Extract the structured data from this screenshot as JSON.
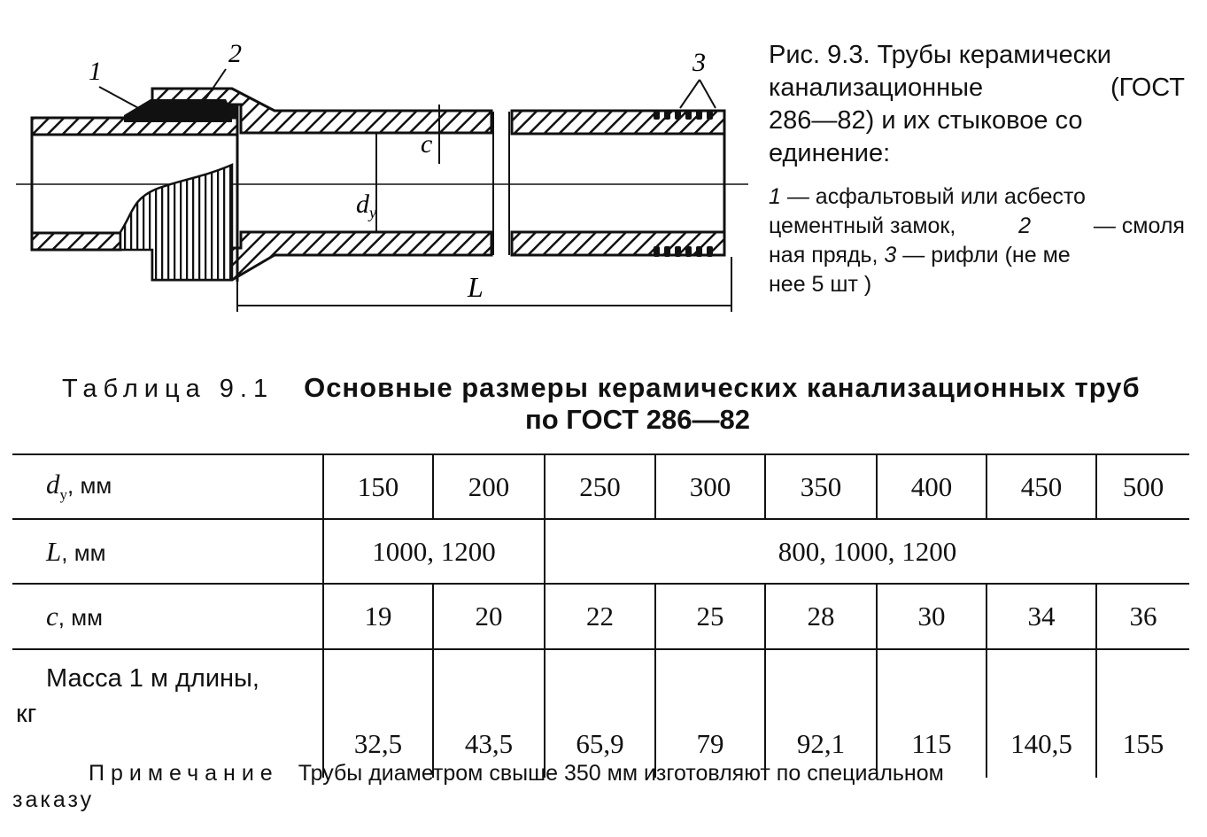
{
  "figure": {
    "labels": {
      "one": "1",
      "two": "2",
      "three": "3",
      "c": "c",
      "dy": "d",
      "dy_sub": "y",
      "L": "L"
    }
  },
  "caption": {
    "line1": "Рис. 9.3. Трубы керамически",
    "line2_a": "канализационные",
    "line2_b": "(ГОСТ",
    "line3": "286—82) и их стыковое со",
    "line4": "единение:",
    "legend_l1_num": "1",
    "legend_l1": "— асфальтовый или асбесто",
    "legend_l2_a": "цементный замок,",
    "legend_l2_num": "2",
    "legend_l2_b": "— смоля",
    "legend_l3_a": "ная прядь,",
    "legend_l3_num": "3",
    "legend_l3_b": "— рифли (не ме",
    "legend_l4": "нее 5 шт )"
  },
  "table_title": {
    "label": "Таблица 9.1",
    "heading_line1": "Основные размеры керамических канализационных труб",
    "heading_line2": "по ГОСТ 286—82"
  },
  "table": {
    "rows": {
      "dy": {
        "label": "d",
        "sub": "у",
        "unit": ", мм"
      },
      "L": {
        "label": "L",
        "unit": ", мм"
      },
      "c": {
        "label": "c",
        "unit": ", мм"
      },
      "mass": {
        "line1": "Масса 1 м длины,",
        "line2": "кг"
      }
    },
    "diameters": [
      "150",
      "200",
      "250",
      "300",
      "350",
      "400",
      "450",
      "500"
    ],
    "lengths": [
      "1000, 1200",
      "800, 1000, 1200"
    ],
    "walls": [
      "19",
      "20",
      "22",
      "25",
      "28",
      "30",
      "34",
      "36"
    ],
    "masses": [
      "32,5",
      "43,5",
      "65,9",
      "79",
      "92,1",
      "115",
      "140,5",
      "155"
    ]
  },
  "note": {
    "label": "Примечание",
    "text": "Трубы диаметром свыше 350 мм изготовляют по специальном",
    "cont": "заказу"
  }
}
